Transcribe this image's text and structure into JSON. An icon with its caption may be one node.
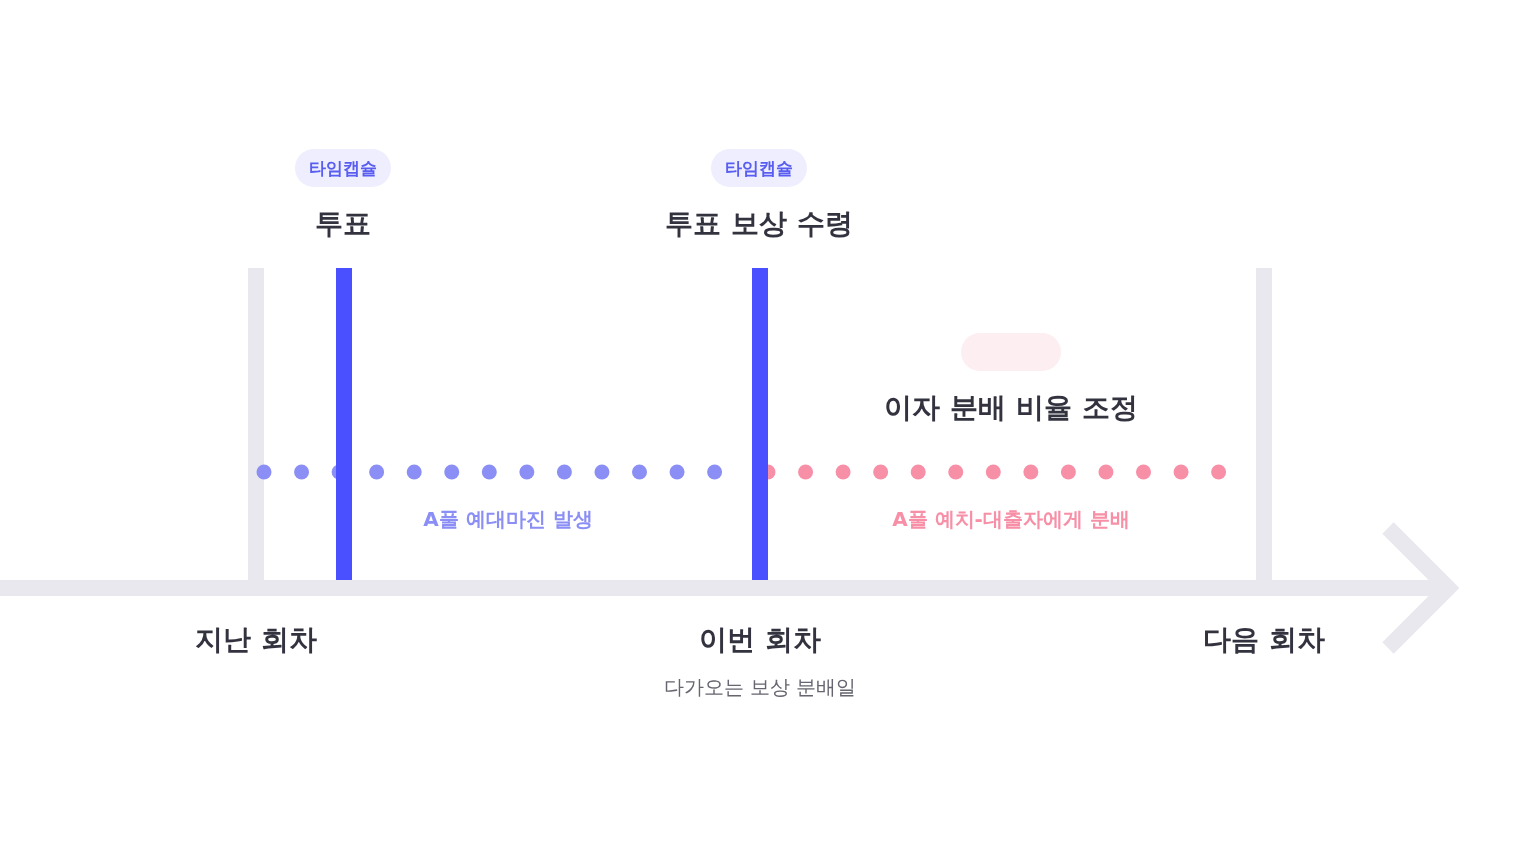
{
  "diagram": {
    "nodes": [
      {
        "text": [
          "타임캡슐"
        ]
      },
      {
        "text": [
          "타임캡슐"
        ]
      },
      {
        "text": [],
        "shape": "box"
      }
    ],
    "labels": [
      "투표",
      "투표 보상 수령",
      "이자 분배 비율 조정",
      "A풀 예대마진 발생",
      "A풀 예치-대출자에게 분배",
      "지난 회차",
      "이번 회차",
      "다음 회차",
      "다가오는 보상 분배일"
    ]
  }
}
